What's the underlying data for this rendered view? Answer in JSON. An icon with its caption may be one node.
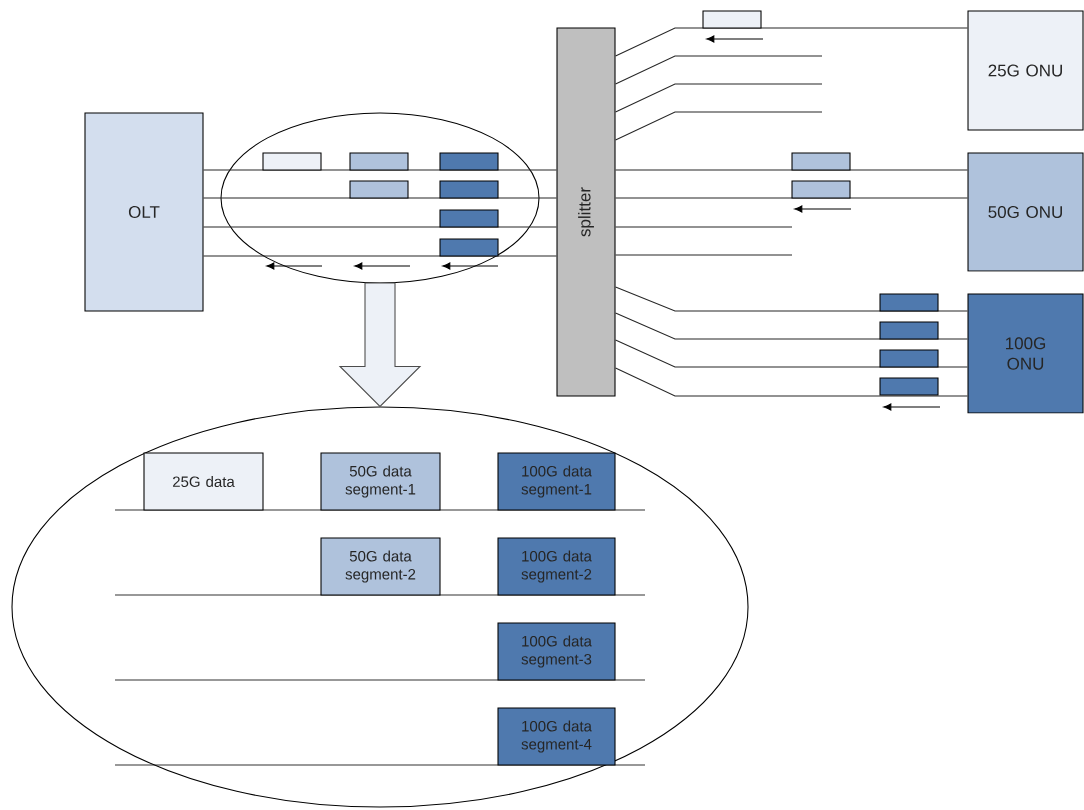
{
  "diagram": {
    "nodes": [
      {
        "text": [
          "OLT"
        ]
      },
      {
        "text": [
          "splitter"
        ]
      },
      {
        "text": [
          "25G ONU"
        ]
      },
      {
        "text": [
          "50G ONU"
        ]
      },
      {
        "text": [
          "100G ONU"
        ]
      },
      {
        "text": [],
        "shape": "ellipse"
      },
      {
        "text": [
          "25G data"
        ],
        "in": 5
      },
      {
        "text": [
          "50G data segment-1"
        ],
        "in": 5
      },
      {
        "text": [
          "100G data segment-1"
        ],
        "in": 5
      },
      {
        "text": [
          "50G data segment-2"
        ],
        "in": 5
      },
      {
        "text": [
          "100G data segment-2"
        ],
        "in": 5
      },
      {
        "text": [
          "100G data segment-3"
        ],
        "in": 5
      },
      {
        "text": [
          "100G data segment-4"
        ],
        "in": 5
      }
    ],
    "edges": [
      {
        "from": 0,
        "to": 1,
        "arrow": "none"
      },
      {
        "from": 0,
        "to": 1,
        "arrow": "none"
      },
      {
        "from": 0,
        "to": 1,
        "arrow": "none"
      },
      {
        "from": 0,
        "to": 1,
        "arrow": "none"
      },
      {
        "from": 1,
        "to": 2,
        "arrow": "none"
      },
      {
        "from": 1,
        "to": null,
        "arrow": "none"
      },
      {
        "from": 1,
        "to": null,
        "arrow": "none"
      },
      {
        "from": 1,
        "to": null,
        "arrow": "none"
      },
      {
        "from": 1,
        "to": 3,
        "arrow": "none"
      },
      {
        "from": 1,
        "to": 3,
        "arrow": "none"
      },
      {
        "from": 1,
        "to": null,
        "arrow": "none"
      },
      {
        "from": 1,
        "to": null,
        "arrow": "none"
      },
      {
        "from": 1,
        "to": 4,
        "arrow": "none"
      },
      {
        "from": 1,
        "to": 4,
        "arrow": "none"
      },
      {
        "from": 1,
        "to": 4,
        "arrow": "none"
      },
      {
        "from": 1,
        "to": 4,
        "arrow": "none"
      },
      {
        "from": null,
        "to": 5,
        "arrow": "to"
      }
    ]
  }
}
